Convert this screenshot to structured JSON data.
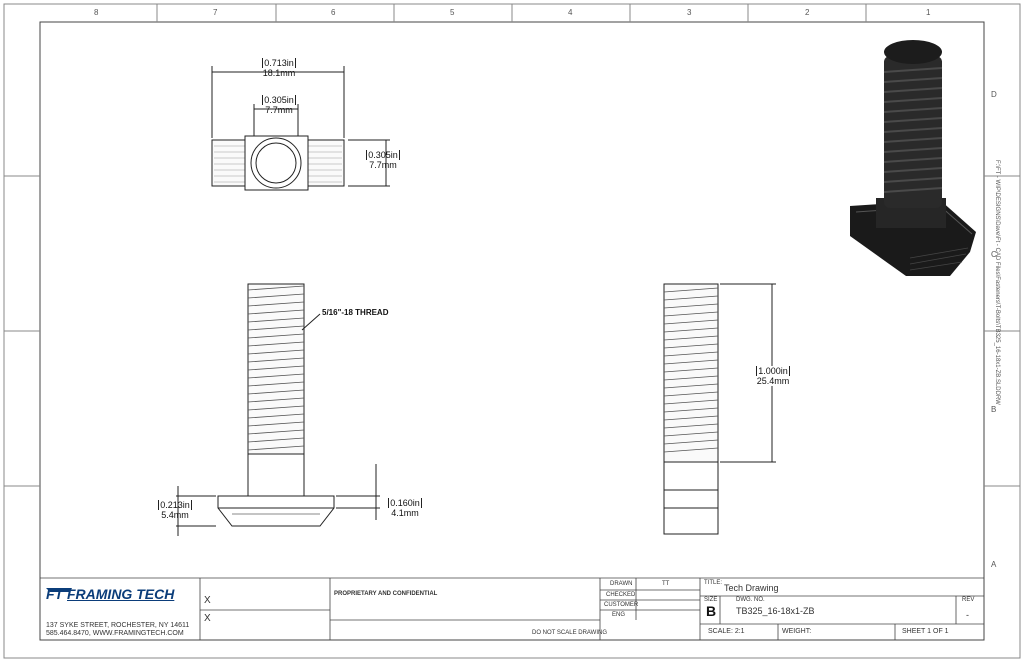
{
  "zones_top": [
    "8",
    "7",
    "6",
    "5",
    "4",
    "3",
    "2",
    "1"
  ],
  "zones_side": [
    "D",
    "C",
    "B",
    "A"
  ],
  "top_view": {
    "width_in": "0.713in",
    "width_mm": "18.1mm",
    "hole_in": "0.305in",
    "hole_mm": "7.7mm",
    "height_in": "0.305in",
    "height_mm": "7.7mm"
  },
  "front_view": {
    "thread": "5/16\"-18 THREAD",
    "head_in": "0.213in",
    "head_mm": "5.4mm",
    "step_in": "0.160in",
    "step_mm": "4.1mm"
  },
  "side_view": {
    "length_in": "1.000in",
    "length_mm": "25.4mm"
  },
  "title_block": {
    "company": "FRAMING TECH",
    "logo_mark": "FT",
    "address": "137 SYKE STREET, ROCHESTER, NY 14611",
    "contact": "585.464.8470, WWW.FRAMINGTECH.COM",
    "proprietary_heading": "PROPRIETARY AND CONFIDENTIAL",
    "row_drawn": "DRAWN",
    "row_checked": "CHECKED",
    "row_customer": "CUSTOMER",
    "row_eng": "ENG",
    "drawn_by": "TT",
    "title_label": "TITLE:",
    "title": "Tech Drawing",
    "size_label": "SIZE",
    "size": "B",
    "dwg_label": "DWG. NO.",
    "dwg_no": "TB325_16-18x1-ZB",
    "rev_label": "REV",
    "rev": "-",
    "scale": "SCALE: 2:1",
    "weight": "WEIGHT:",
    "sheet": "SHEET 1 OF 1",
    "no_scale": "DO NOT SCALE DRAWING",
    "x1": "X",
    "x2": "X"
  },
  "side_path_text": "F:\\FT - WIP\\DESIGNS\\Dave\\Ft - CAD Files\\Fasteners\\T-Bolts\\TB325_16-18x1-ZB.SLDDRW"
}
